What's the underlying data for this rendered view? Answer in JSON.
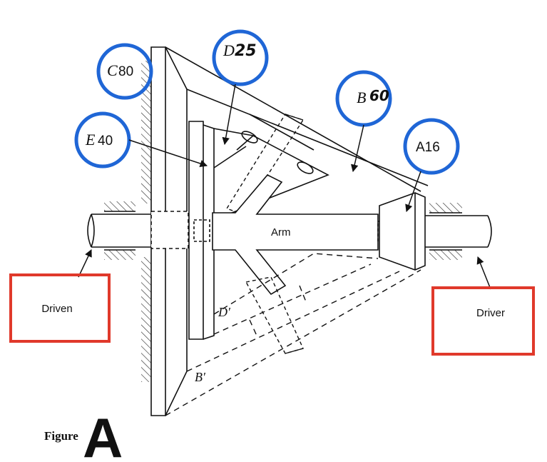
{
  "labels": {
    "c_letter": "C",
    "c_teeth": "80",
    "d_letter": "D",
    "d_teeth": "25",
    "b_letter": "B",
    "b_teeth": "60",
    "e_letter": "E",
    "e_teeth": "40",
    "a_label": "A16",
    "arm": "Arm",
    "d_prime": "D′",
    "b_prime": "B′"
  },
  "boxes": {
    "driven": "Driven",
    "driver": "Driver"
  },
  "caption": {
    "word": "Figure",
    "letter": "A"
  },
  "colors": {
    "circle": "#1f66d6",
    "box": "#e0392b",
    "ink": "#111111",
    "hatch": "#333333"
  }
}
